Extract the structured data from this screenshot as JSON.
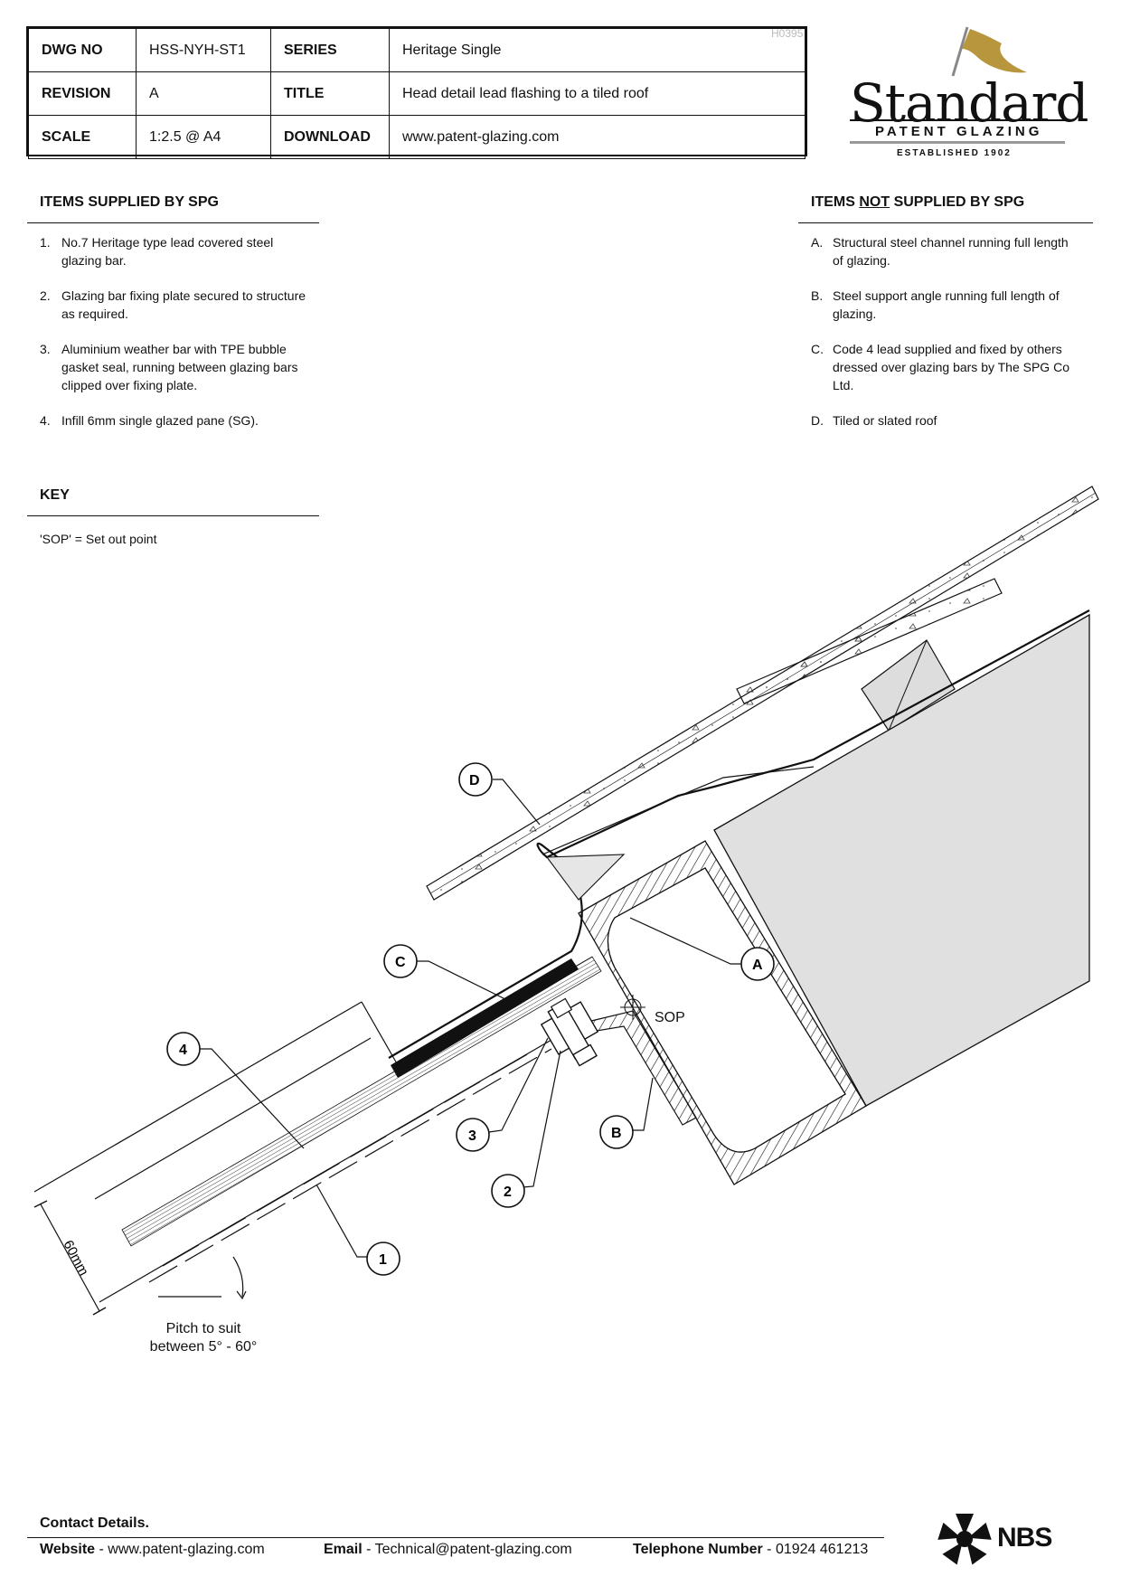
{
  "title_block": {
    "rows": [
      {
        "k1": "DWG NO",
        "v1": "HSS-NYH-ST1",
        "k2": "SERIES",
        "v2": "Heritage Single"
      },
      {
        "k1": "REVISION",
        "v1": "A",
        "k2": "TITLE",
        "v2": "Head detail lead flashing to a tiled roof"
      },
      {
        "k1": "SCALE",
        "v1": "1:2.5 @ A4",
        "k2": "DOWNLOAD",
        "v2": "www.patent-glazing.com"
      }
    ],
    "ref_code": "H0395"
  },
  "logo": {
    "word": "Standard",
    "sub": "PATENT GLAZING",
    "est": "ESTABLISHED 1902",
    "flag_color": "#b8963e"
  },
  "supplied": {
    "heading": "ITEMS SUPPLIED BY SPG",
    "items": [
      {
        "n": "1.",
        "t": "No.7 Heritage type lead covered steel glazing bar."
      },
      {
        "n": "2.",
        "t": "Glazing bar fixing plate secured to structure as required."
      },
      {
        "n": "3.",
        "t": "Aluminium weather bar with TPE bubble gasket seal, running between glazing bars clipped over fixing plate."
      },
      {
        "n": "4.",
        "t": "Infill 6mm single glazed pane (SG)."
      }
    ]
  },
  "not_supplied": {
    "heading_pre": "ITEMS ",
    "heading_em": "NOT",
    "heading_post": " SUPPLIED BY SPG",
    "items": [
      {
        "n": "A.",
        "t": "Structural steel channel running full length of glazing."
      },
      {
        "n": "B.",
        "t": "Steel support angle running full length of glazing."
      },
      {
        "n": "C.",
        "t": "Code 4 lead supplied and fixed by others dressed over glazing bars by The SPG Co Ltd."
      },
      {
        "n": "D.",
        "t": "Tiled or slated roof"
      }
    ]
  },
  "key": {
    "heading": "KEY",
    "text": "'SOP' = Set out point"
  },
  "drawing": {
    "callouts": [
      "1",
      "2",
      "3",
      "4",
      "A",
      "B",
      "C",
      "D"
    ],
    "sop": "SOP",
    "dimension": "60mm",
    "pitch_line1": "Pitch to suit",
    "pitch_line2": "between 5° - 60°"
  },
  "footer": {
    "contact_heading": "Contact Details.",
    "website_label": "Website",
    "website": "www.patent-glazing.com",
    "email_label": "Email",
    "email": "Technical@patent-glazing.com",
    "phone_label": "Telephone Number",
    "phone": "01924 461213",
    "nbs": "NBS"
  }
}
